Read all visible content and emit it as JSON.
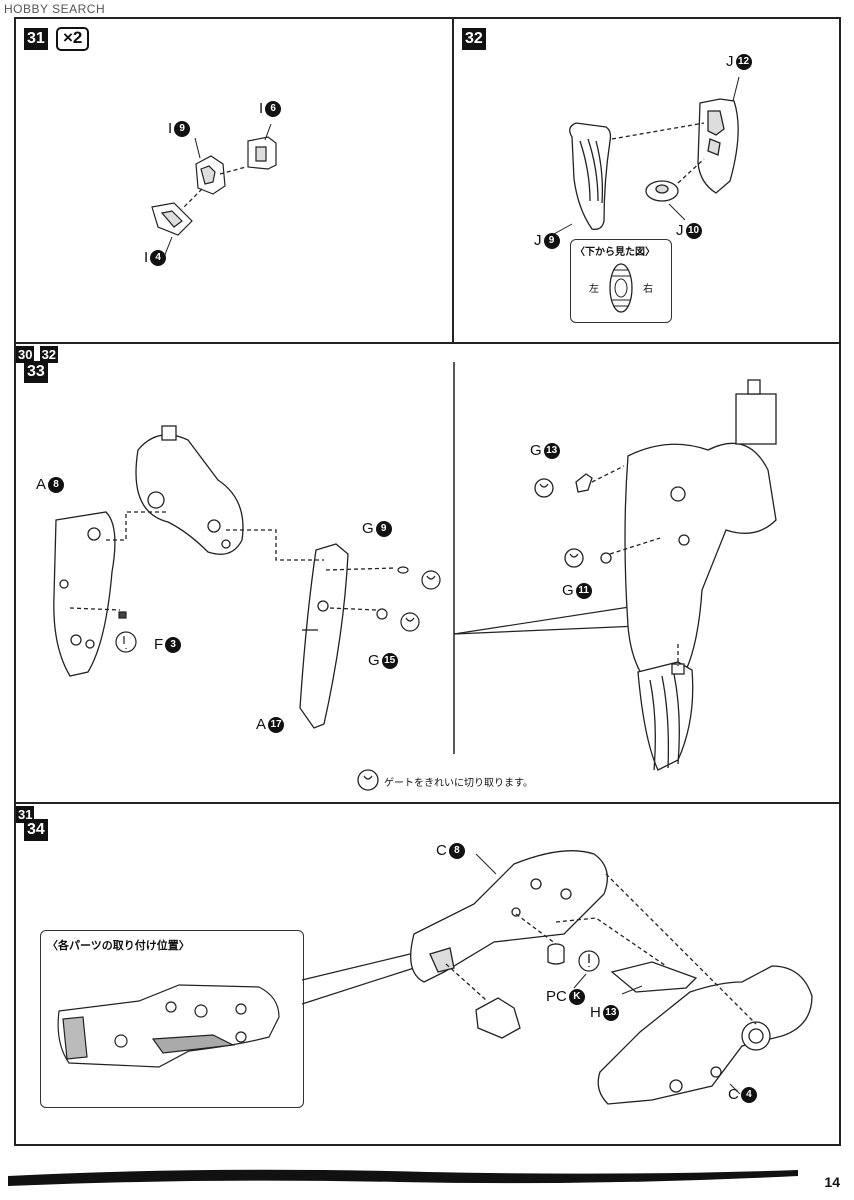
{
  "watermark": "HOBBY SEARCH",
  "page_number": "14",
  "steps": {
    "s31": {
      "num": "31",
      "mult": "×2",
      "parts": {
        "i9": {
          "letter": "I",
          "num": "9"
        },
        "i6": {
          "letter": "I",
          "num": "6"
        },
        "i4": {
          "letter": "I",
          "num": "4"
        }
      }
    },
    "s32": {
      "num": "32",
      "parts": {
        "j12": {
          "letter": "J",
          "num": "12"
        },
        "j9": {
          "letter": "J",
          "num": "9"
        },
        "j10": {
          "letter": "J",
          "num": "10"
        }
      },
      "inset_title": "〈下から見た図〉",
      "left": "左",
      "right": "右"
    },
    "s33": {
      "num": "33",
      "parts": {
        "a8": {
          "letter": "A",
          "num": "8"
        },
        "f3": {
          "letter": "F",
          "num": "3"
        },
        "g9": {
          "letter": "G",
          "num": "9"
        },
        "g15": {
          "letter": "G",
          "num": "15"
        },
        "a17": {
          "letter": "A",
          "num": "17"
        },
        "g13": {
          "letter": "G",
          "num": "13"
        },
        "g11": {
          "letter": "G",
          "num": "11"
        }
      },
      "ref30": "30",
      "ref32": "32",
      "note": "ゲートをきれいに切り取ります。"
    },
    "s34": {
      "num": "34",
      "parts": {
        "c8": {
          "letter": "C",
          "num": "8"
        },
        "pck": {
          "letter": "PC",
          "num": "K"
        },
        "h13": {
          "letter": "H",
          "num": "13"
        },
        "c4": {
          "letter": "C",
          "num": "4"
        }
      },
      "ref31": "31",
      "inset_title": "〈各パーツの取り付け位置〉"
    }
  }
}
